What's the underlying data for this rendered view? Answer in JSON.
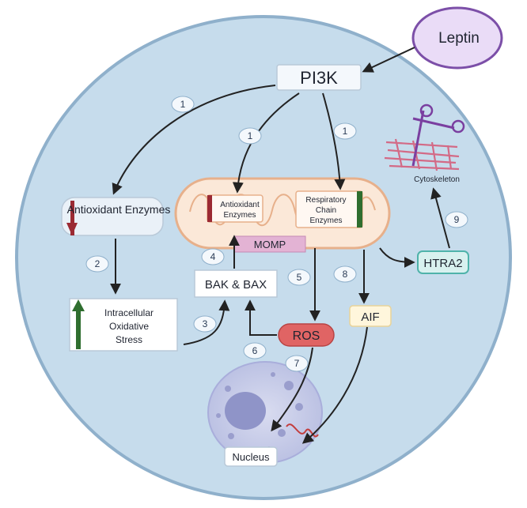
{
  "colors": {
    "cell_fill": "#c6dcec",
    "cell_stroke": "#8fb0cb",
    "mito_fill": "#fbe8d8",
    "mito_stroke": "#e7b08b",
    "arrow": "#222222",
    "ros": "#e06464",
    "htra2": "#d8f1ef",
    "aif": "#fff6dc",
    "momp": "#e3b3d4",
    "leptin": "#eadcf7",
    "nucleus": "#c9cde8",
    "down_arrow": "#9b2a33",
    "up_arrow": "#2f6e2f",
    "cytoskeleton": "#d36a86",
    "scissors": "#7a3fa0"
  },
  "nodes": {
    "leptin": "Leptin",
    "pi3k": "PI3K",
    "antioxidant_enzymes": "Antioxidant Enzymes",
    "intracellular_stress": [
      "Intracellular",
      "Oxidative",
      "Stress"
    ],
    "bak_bax": "BAK & BAX",
    "momp": "MOMP",
    "mito_antioxidant": [
      "Antioxidant",
      "Enzymes"
    ],
    "respiratory_chain": [
      "Respiratory",
      "Chain",
      "Enzymes"
    ],
    "ros": "ROS",
    "aif": "AIF",
    "htra2": "HTRA2",
    "cytoskeleton": "Cytoskeleton",
    "nucleus": "Nucleus"
  },
  "icons": [
    "scissors-icon",
    "cytoskeleton-icon",
    "down-arrow-icon",
    "up-arrow-icon",
    "dna-icon"
  ],
  "steps": [
    "1",
    "1",
    "1",
    "2",
    "3",
    "4",
    "5",
    "6",
    "7",
    "8",
    "9"
  ]
}
